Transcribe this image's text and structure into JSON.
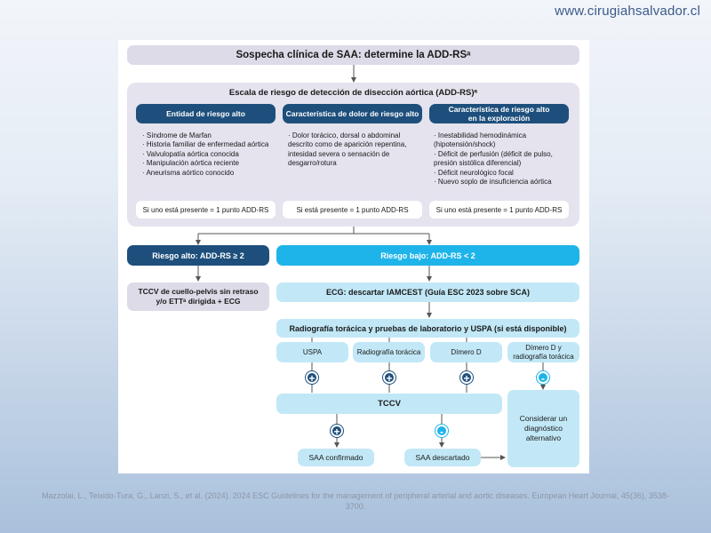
{
  "header": {
    "site": "www.cirugiahsalvador.cl"
  },
  "top_box": "Sospecha clínica de SAA: determine la ADD-RSᵃ",
  "scale": {
    "title": "Escala de riesgo de detección de disección aórtica (ADD-RS)ᵃ",
    "columns": [
      {
        "header": "Entidad de riesgo alto",
        "items": [
          "Síndrome de Marfan",
          "Historia familiar de enfermedad aórtica",
          "Valvulopatía aórtica conocida",
          "Manipulación aórtica reciente",
          "Aneurisma aórtico conocido"
        ],
        "note": "Si uno está presente = 1 punto ADD-RS"
      },
      {
        "header": "Característica de dolor de riesgo alto",
        "items": [
          "Dolor torácico, dorsal o abdominal descrito como de aparición repentina, intesidad severa o sensación de desgarro/rotura"
        ],
        "note": "Si está presente = 1 punto ADD-RS"
      },
      {
        "header": "Característica de riesgo alto en la exploración",
        "items": [
          "Inestabilidad hemodinámica (hipotensión/shock)",
          "Déficit de perfusión (déficit de pulso, presión sistólica diferencial)",
          "Déficit neurológico focal",
          "Nuevo soplo de insuficiencia aórtica"
        ],
        "note": "Si uno está presente = 1 punto ADD-RS"
      }
    ]
  },
  "high_risk": {
    "title": "Riesgo alto: ADD-RS ≥ 2",
    "action": "TCCV de cuello-pelvis sin retraso y/o ETTᵃ dirigida + ECG"
  },
  "low_risk": {
    "title": "Riesgo bajo: ADD-RS < 2",
    "ecg": "ECG: descartar IAMCEST (Guía ESC 2023 sobre SCA)",
    "tests": "Radiografía torácica y pruebas de laboratorio y USPA (si está disponible)",
    "options": [
      "USPA",
      "Radiografía torácica",
      "Dímero D",
      "Dímero D y radiografía torácica"
    ],
    "option_signs": [
      "+",
      "+",
      "+",
      "-"
    ],
    "tccv": "TCCV",
    "alt": "Considerar un diagnóstico alternativo",
    "confirmed_sign": "+",
    "discarded_sign": "-",
    "confirmed": "SAA confirmado",
    "discarded": "SAA descartado"
  },
  "citation": "Mazzolai, L., Teixido-Tura, G., Lanzi, S., et al.  (2024). 2024 ESC Guidelines for the management of peripheral arterial and aortic diseases. European Heart Journal, 45(36), 3538-3700.",
  "colors": {
    "navy": "#1e4f7c",
    "cyan": "#1eb4ea",
    "light_blue": "#c2e8f7",
    "grey": "#dcdbe7"
  }
}
